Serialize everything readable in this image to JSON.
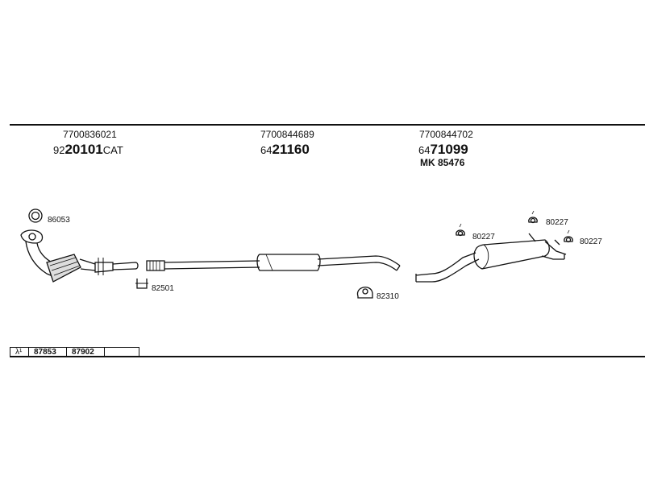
{
  "columns": [
    {
      "oem": "7700836021",
      "prefix": "92",
      "main": "20101",
      "suffix": "CAT"
    },
    {
      "oem": "7700844689",
      "prefix": "64",
      "main": "21160",
      "suffix": ""
    },
    {
      "oem": "7700844702",
      "prefix": "64",
      "main": "71099",
      "suffix": "",
      "extra": "MK  85476"
    }
  ],
  "parts": {
    "gasket": "86053",
    "clamp_front": "82501",
    "clamp_mid": "82310",
    "hanger_left": "80227",
    "hanger_top": "80227",
    "hanger_right": "80227"
  },
  "lambda": {
    "symbol": "λ¹",
    "cells": [
      "87853",
      "87902",
      ""
    ]
  }
}
